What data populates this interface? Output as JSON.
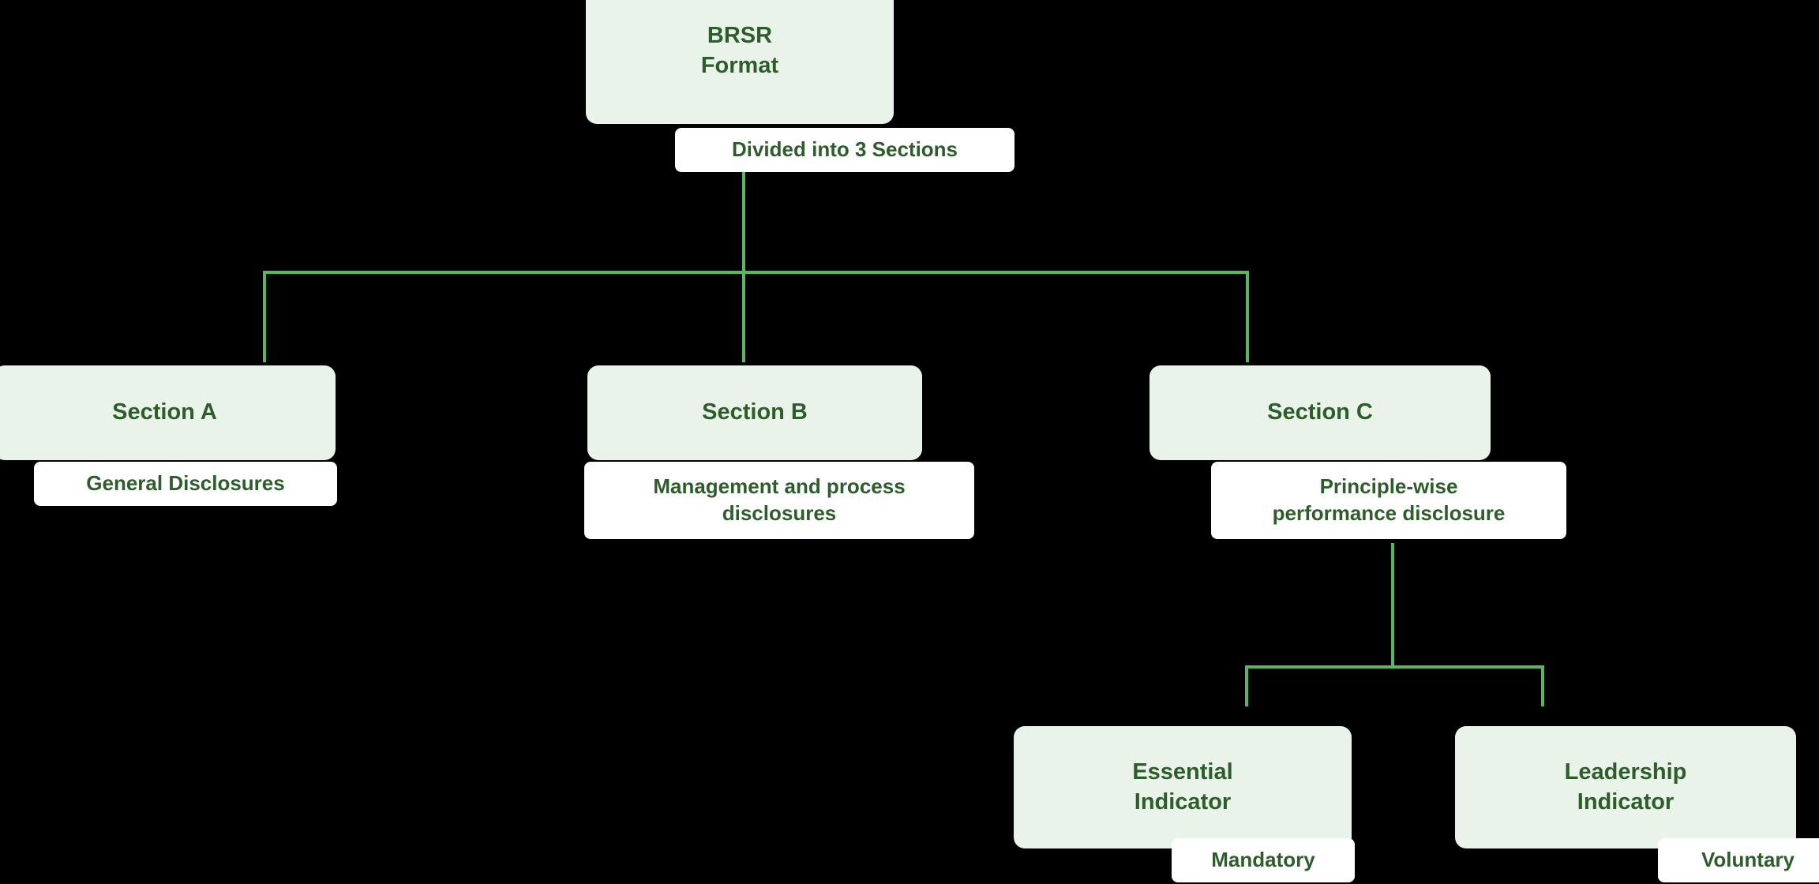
{
  "diagram": {
    "title": "BRSR Format structure",
    "background_color": "#000000",
    "node_fill_color": "#eaf3e9",
    "chip_fill_color": "#ffffff",
    "text_color": "#2d5d2a",
    "connector_color": "#5fb45f"
  },
  "nodes": {
    "root": {
      "label_line1": "BRSR",
      "label_line2": "Format",
      "chip": "Divided into 3 Sections"
    },
    "section_a": {
      "label": "Section A",
      "chip": "General Disclosures"
    },
    "section_b": {
      "label": "Section B",
      "chip_line1": "Management and process",
      "chip_line2": "disclosures"
    },
    "section_c": {
      "label": "Section C",
      "chip_line1": "Principle-wise",
      "chip_line2": "performance disclosure"
    },
    "essential_indicator": {
      "label_line1": "Essential",
      "label_line2": "Indicator",
      "chip": "Mandatory"
    },
    "leadership_indicator": {
      "label_line1": "Leadership",
      "label_line2": "Indicator",
      "chip": "Voluntary"
    }
  }
}
